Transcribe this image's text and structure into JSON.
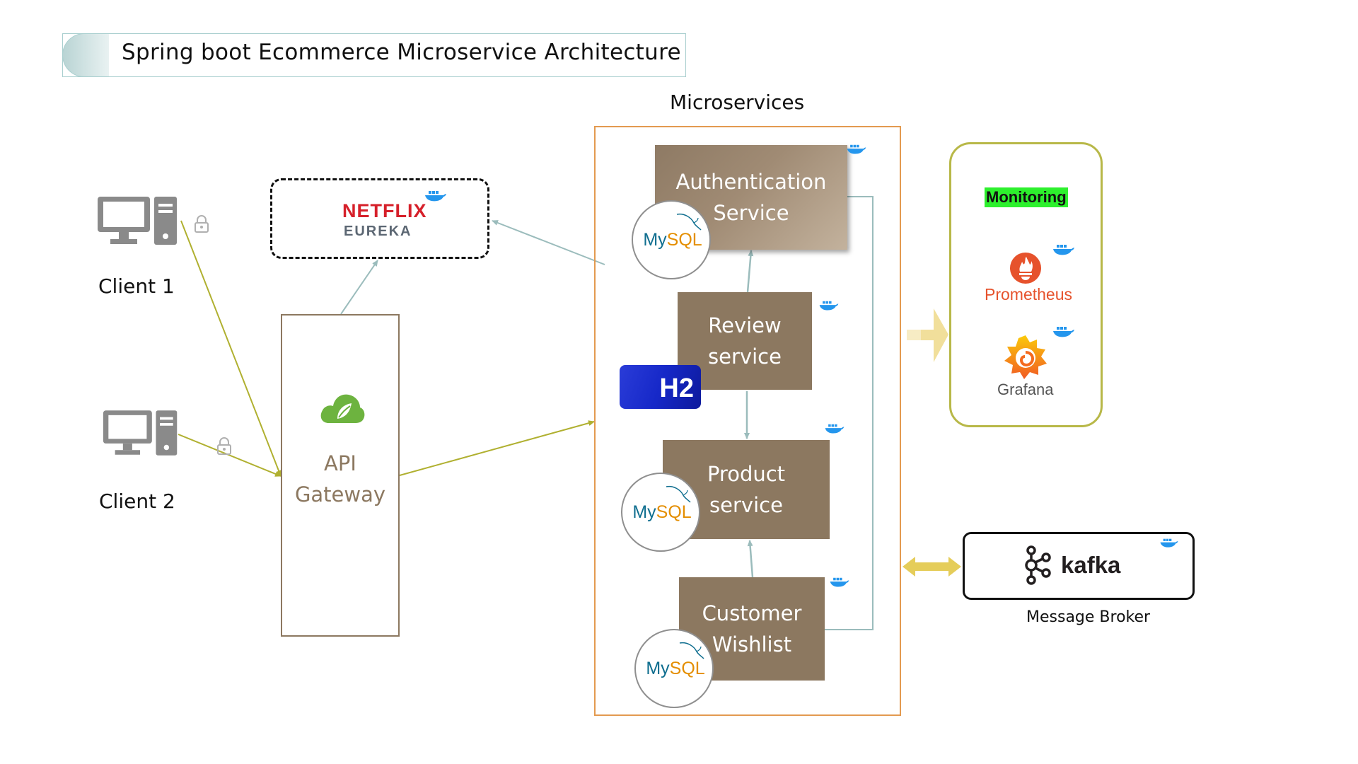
{
  "title": "Spring boot Ecommerce Microservice Architecture",
  "clients": [
    {
      "label": "Client 1"
    },
    {
      "label": "Client 2"
    }
  ],
  "eureka": {
    "brand": "NETFLIX",
    "name": "EUREKA"
  },
  "gateway": {
    "label": "API\nGateway"
  },
  "microservices": {
    "title": "Microservices",
    "services": [
      {
        "label": "Authentication\nService",
        "db": "MySQL"
      },
      {
        "label": "Review\nservice",
        "db": "H2"
      },
      {
        "label": "Product\nservice",
        "db": "MySQL"
      },
      {
        "label": "Customer\nWishlist",
        "db": "MySQL"
      }
    ]
  },
  "db_labels": {
    "mysql_my": "My",
    "mysql_sql": "SQL",
    "h2": "H2"
  },
  "monitoring": {
    "title": "Monitoring",
    "tools": [
      "Prometheus",
      "Grafana"
    ]
  },
  "broker": {
    "name": "kafka",
    "caption": "Message Broker"
  },
  "icons": [
    "desktop-computer-icon",
    "lock-icon",
    "docker-whale-icon",
    "spring-leaf-icon",
    "mysql-dolphin-icon",
    "prometheus-flame-icon",
    "grafana-swirl-icon",
    "kafka-nodes-icon"
  ],
  "colors": {
    "service_fill": "#8c7860",
    "panel_border": "#e39a50",
    "client_arrow": "#b0b030",
    "internal_arrow": "#9bbcbc",
    "monitoring_border": "#b8b848",
    "monitoring_highlight": "#2df02d",
    "docker_blue": "#2496ed"
  }
}
